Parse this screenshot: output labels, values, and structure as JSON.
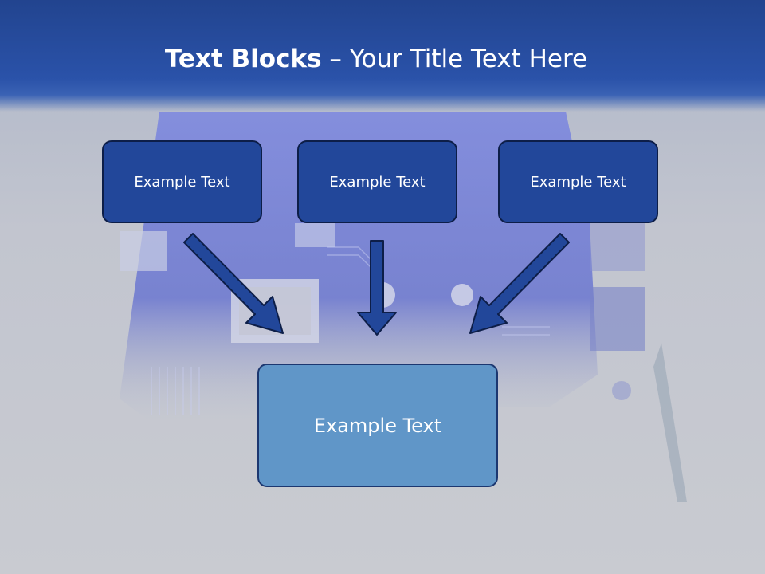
{
  "slide": {
    "title_bold": "Text Blocks",
    "title_rest": " – Your Title Text Here"
  },
  "blocks": [
    {
      "label": "Example Text"
    },
    {
      "label": "Example Text"
    },
    {
      "label": "Example Text"
    }
  ],
  "bottom_block": {
    "label": "Example Text"
  },
  "colors": {
    "header": "#2a52a9",
    "block_fill": "#22479a",
    "bottom_fill": "#6096c8",
    "arrow_fill": "#22479a",
    "arrow_stroke": "#0d1e48"
  }
}
